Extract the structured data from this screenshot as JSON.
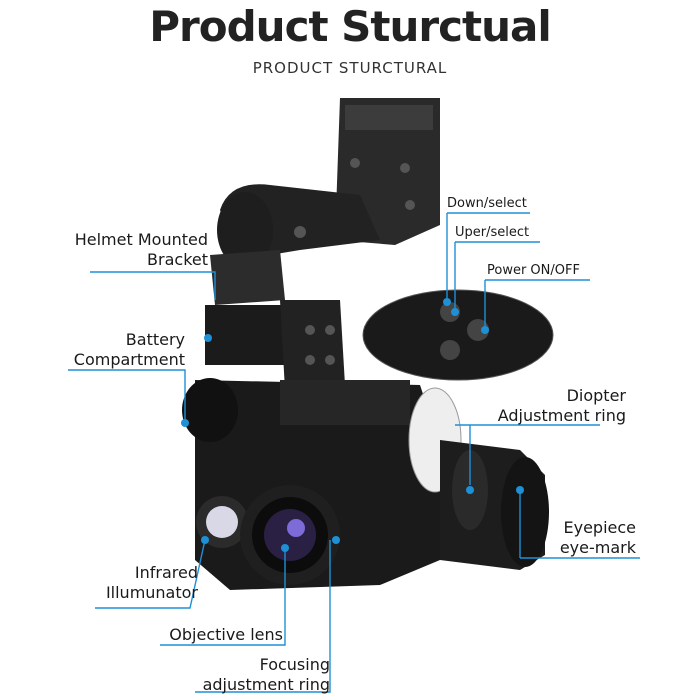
{
  "title": "Product Sturctual",
  "subtitle": "PRODUCT STURCTURAL",
  "colors": {
    "accent": "#1e90d6",
    "device": "#1c1c1c",
    "device_light": "#3a3a3a"
  },
  "labels": {
    "helmet_mount": [
      "Helmet Mounted",
      "Bracket"
    ],
    "battery": [
      "Battery",
      "Compartment"
    ],
    "infrared": [
      "Infrared",
      "Illumunator"
    ],
    "objective": "Objective lens",
    "focusing": [
      "Focusing",
      "adjustment ring"
    ],
    "down_select": "Down/select",
    "uper_select": "Uper/select",
    "power": "Power ON/OFF",
    "diopter": [
      "Diopter",
      "Adjustment ring"
    ],
    "eyepiece": [
      "Eyepiece",
      "eye-mark"
    ]
  }
}
